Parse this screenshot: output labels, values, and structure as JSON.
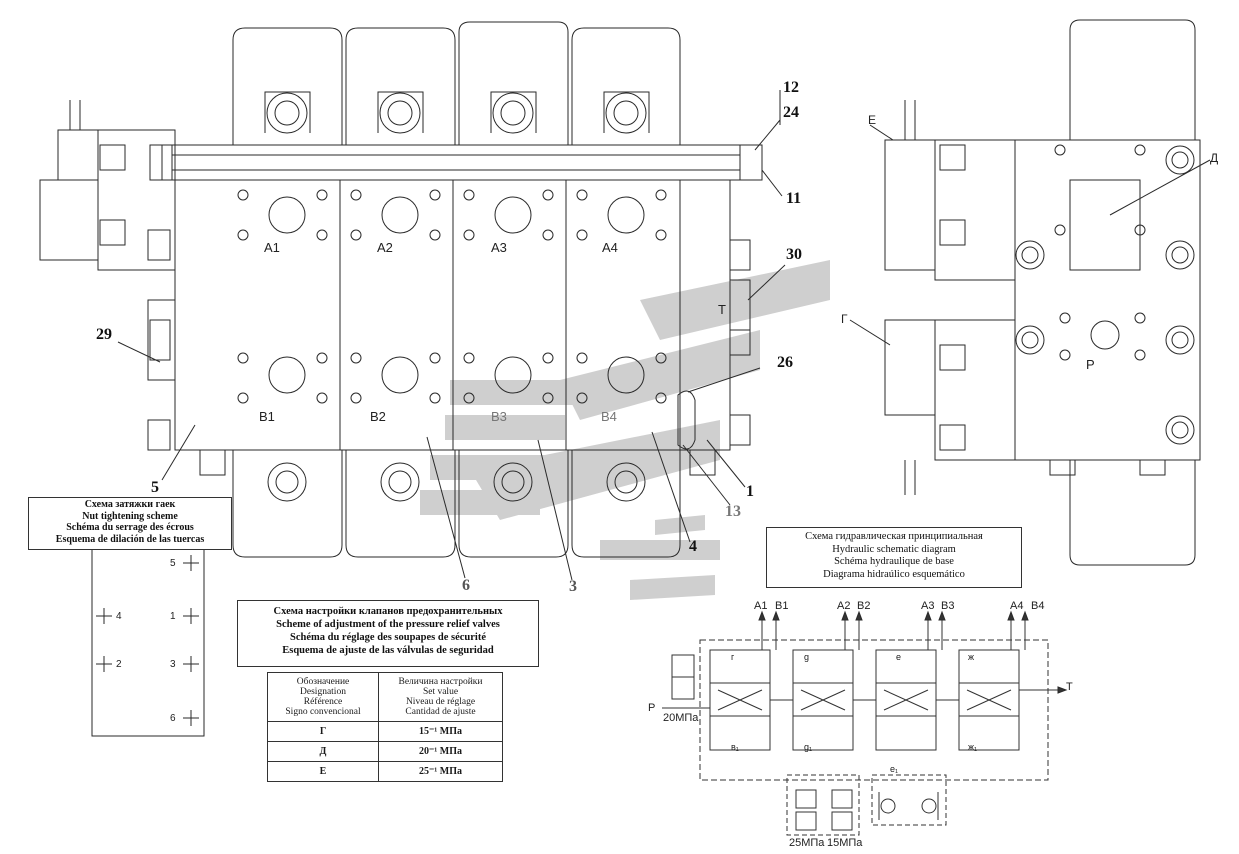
{
  "callouts": {
    "c12": "12",
    "c24": "24",
    "c11": "11",
    "c30": "30",
    "c29": "29",
    "c26": "26",
    "c5": "5",
    "c1": "1",
    "c13": "13",
    "c4": "4",
    "c6": "6",
    "c3": "3"
  },
  "port_labels": {
    "a1": "A1",
    "a2": "A2",
    "a3": "A3",
    "a4": "A4",
    "b1": "B1",
    "b2": "B2",
    "b3": "B3",
    "b4": "B4",
    "t": "T",
    "p_side": "P",
    "e": "E",
    "d": "Д",
    "g": "Г"
  },
  "nut_scheme": {
    "title_ru": "Схема затяжки гаек",
    "title_en": "Nut tightening scheme",
    "title_fr": "Schéma du serrage des écrous",
    "title_es": "Esquema de dilación de las tuercas",
    "marks": [
      "5",
      "4",
      "1",
      "2",
      "3",
      "6"
    ]
  },
  "adjust_scheme": {
    "title_ru": "Схема настройки клапанов предохранительных",
    "title_en": "Scheme of adjustment of the pressure relief valves",
    "title_fr": "Schéma du réglage des soupapes de sécurité",
    "title_es": "Esquema de ajuste de las válvulas de seguridad"
  },
  "valve_table": {
    "col1": [
      "Обозначение",
      "Designation",
      "Référence",
      "Signo convencional"
    ],
    "col2": [
      "Величина настройки",
      "Set value",
      "Niveau de réglage",
      "Cantidad de ajuste"
    ],
    "rows": [
      {
        "designation": "Г",
        "value": "15⁻¹ МПа"
      },
      {
        "designation": "Д",
        "value": "20⁻¹ МПа"
      },
      {
        "designation": "Е",
        "value": "25⁻¹ МПа"
      }
    ]
  },
  "hyd_scheme": {
    "title_ru": "Схема гидравлическая принципиальная",
    "title_en": "Hydraulic schematic diagram",
    "title_fr": "Schéma hydraulique de base",
    "title_es": "Diagrama hidraúlico esquemático",
    "ports": [
      "A1",
      "B1",
      "A2",
      "B2",
      "A3",
      "B3",
      "A4",
      "B4"
    ],
    "p": "P",
    "t": "T",
    "p_value": "20МПа",
    "v1": "25МПа",
    "v2": "15МПа",
    "letters": [
      "г",
      "g",
      "е",
      "ж",
      "в₁",
      "g₁",
      "е₁",
      "ж₁"
    ]
  },
  "colors": {
    "line": "#2a2a2a",
    "watermark": "#c9c9c9"
  }
}
